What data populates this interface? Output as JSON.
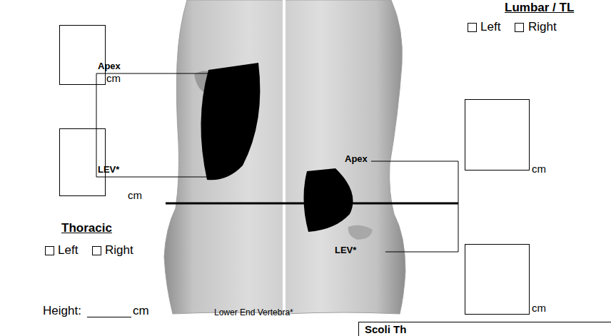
{
  "diagram": {
    "nodes": [
      {
        "text": [
          "Scoli Th"
        ]
      }
    ],
    "labels": [
      "Lumbar / TL",
      "Left",
      "Right",
      "Apex",
      "cm",
      "cm",
      "LEV*",
      "Apex",
      "cm",
      "LEV*",
      "cm",
      "Thoracic",
      "Left",
      "Right",
      "Height:",
      "cm",
      "Lower End Vertebra*"
    ]
  }
}
